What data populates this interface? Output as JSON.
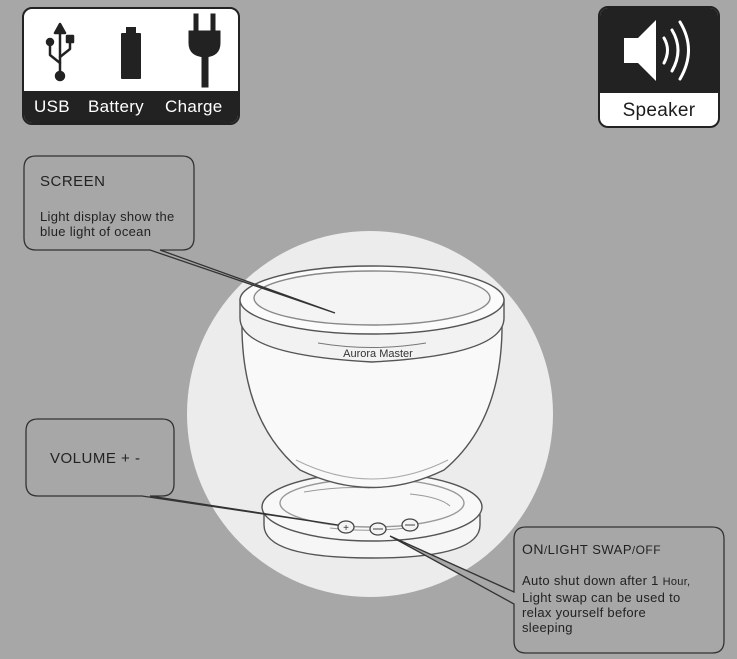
{
  "features": {
    "items": [
      {
        "label": "USB",
        "icon": "usb-icon"
      },
      {
        "label": "Battery",
        "icon": "battery-icon"
      },
      {
        "label": "Charge",
        "icon": "plug-icon"
      }
    ]
  },
  "speaker": {
    "label": "Speaker",
    "icon": "speaker-icon"
  },
  "device": {
    "brand": "Aurora Master"
  },
  "callouts": {
    "screen": {
      "title": "SCREEN",
      "desc_line1": "Light display show the",
      "desc_line2": "blue light of ocean"
    },
    "volume": {
      "title": "VOLUME + -"
    },
    "power": {
      "title_on": "ON",
      "title_sep1": "/",
      "title_light": "LIGHT SWAP",
      "title_sep2": "/",
      "title_off": "OFF",
      "desc_line1_a": "Auto shut down after 1 ",
      "desc_line1_b": "Hour,",
      "desc_line2": "Light swap can be used to",
      "desc_line3": "relax yourself before",
      "desc_line4": "sleeping"
    }
  },
  "colors": {
    "background": "#a7a7a7",
    "highlight_circle": "#ececec",
    "panel_dark": "#222222",
    "line": "#333333"
  }
}
